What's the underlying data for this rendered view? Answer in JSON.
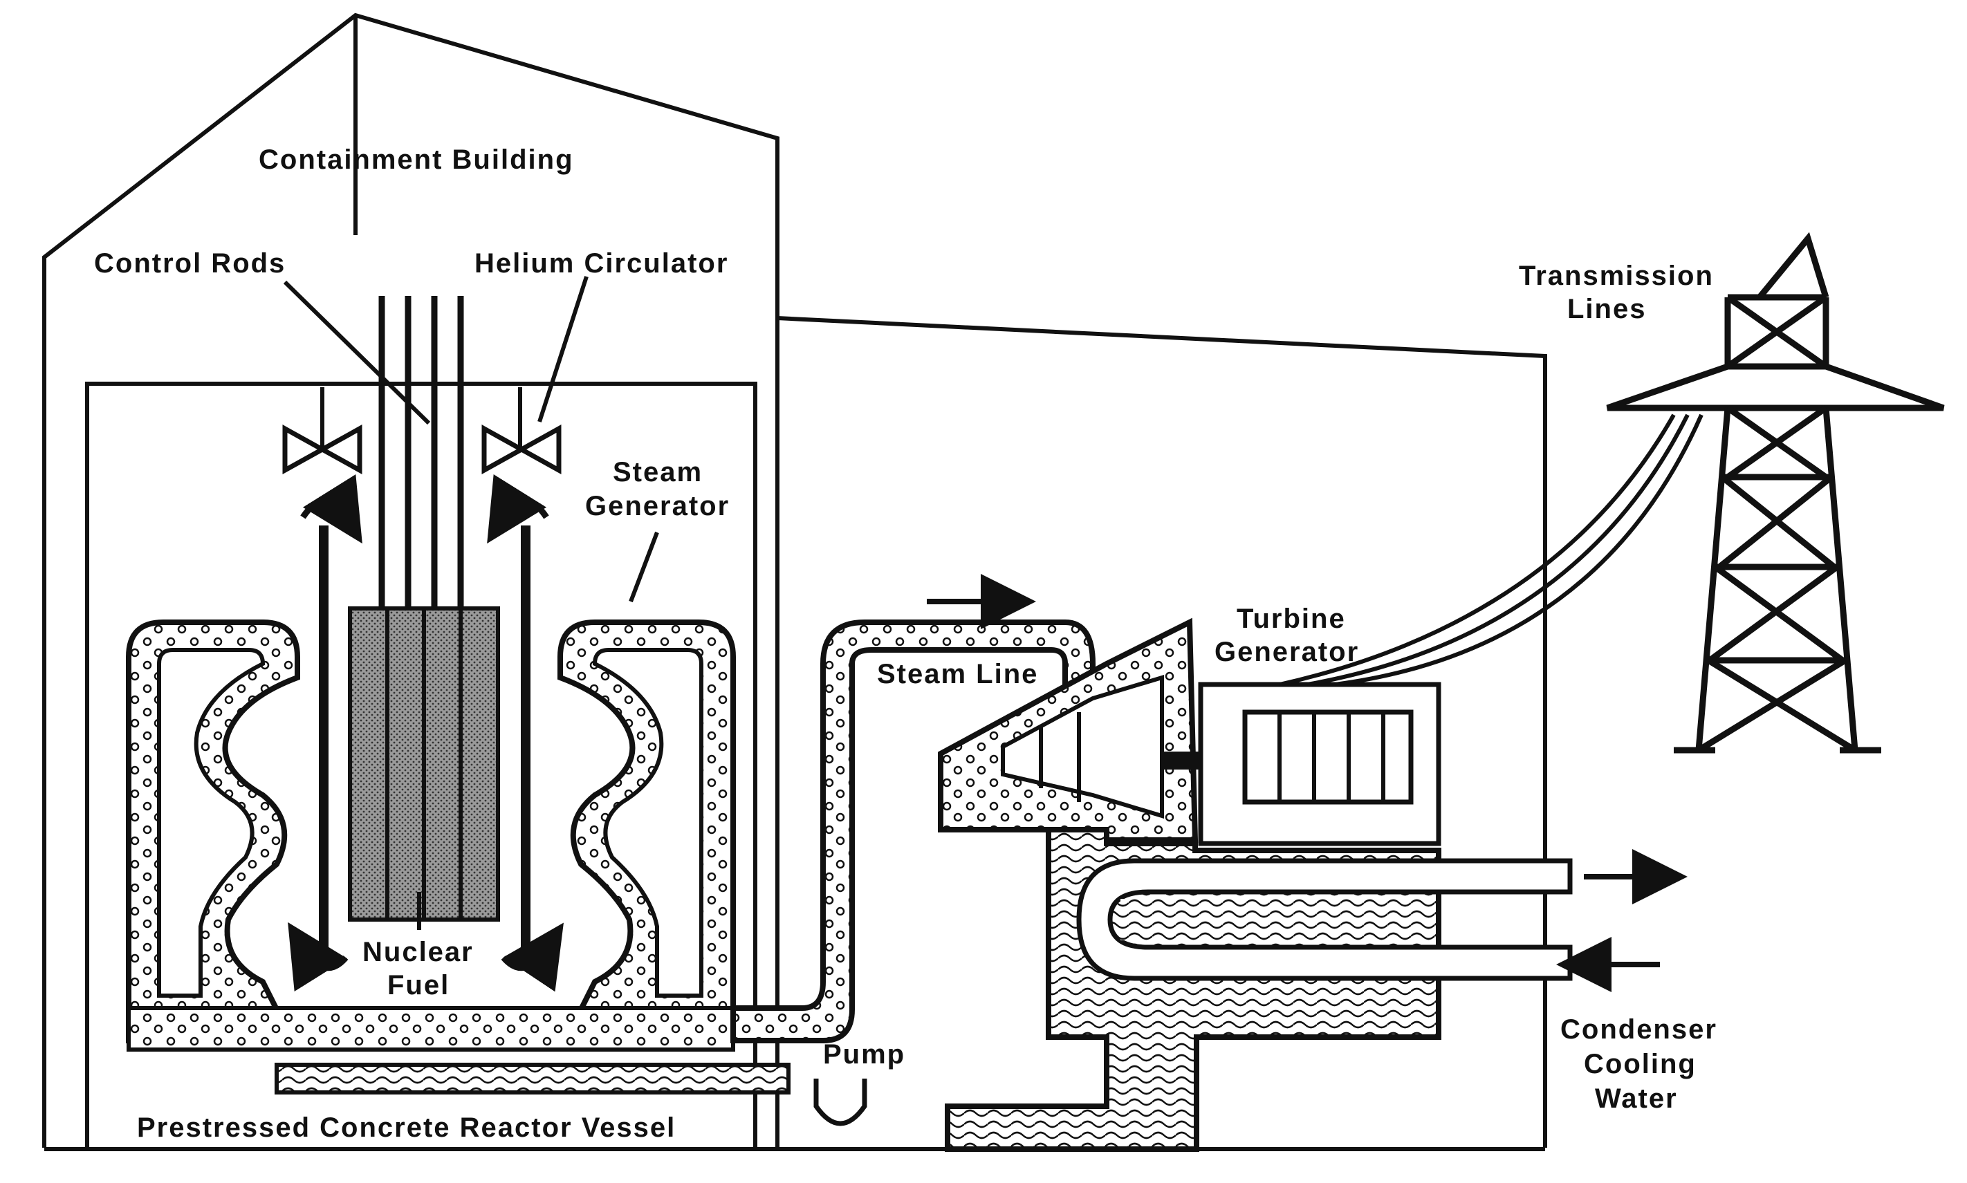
{
  "labels": {
    "containment_building": "Containment Building",
    "control_rods": "Control Rods",
    "helium_circulator": "Helium Circulator",
    "steam_generator_line1": "Steam",
    "steam_generator_line2": "Generator",
    "nuclear_fuel_line1": "Nuclear",
    "nuclear_fuel_line2": "Fuel",
    "steam_line": "Steam Line",
    "turbine_generator_line1": "Turbine",
    "turbine_generator_line2": "Generator",
    "transmission_lines_line1": "Transmission",
    "transmission_lines_line2": "Lines",
    "pump": "Pump",
    "reactor_vessel": "Prestressed Concrete Reactor Vessel",
    "condenser_line1": "Condenser",
    "condenser_line2": "Cooling",
    "condenser_line3": "Water"
  },
  "colors": {
    "ink": "#111111",
    "fuel_fill": "#8a8a8a",
    "background": "#ffffff"
  }
}
